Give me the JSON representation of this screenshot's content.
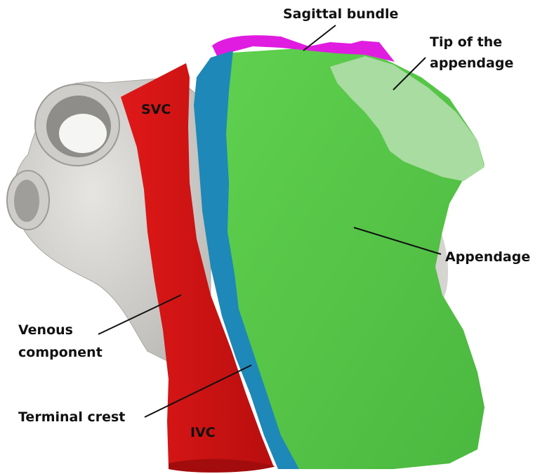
{
  "figure": {
    "labels": {
      "sagittal_bundle": "Sagittal bundle",
      "tip_line1": "Tip of the",
      "tip_line2": "appendage",
      "svc": "SVC",
      "appendage": "Appendage",
      "venous_line1": "Venous",
      "venous_line2": "component",
      "terminal_crest": "Terminal crest",
      "ivc": "IVC"
    },
    "colors": {
      "background": "#ffffff",
      "atrium_gray": "#d8d6d3",
      "venous_red": "#d41414",
      "crest_blue": "#1e88b8",
      "appendage_green": "#58c84a",
      "appendage_tip_light_green": "#a8dca0",
      "sagittal_magenta": "#e01ce0",
      "text": "#111111"
    }
  }
}
